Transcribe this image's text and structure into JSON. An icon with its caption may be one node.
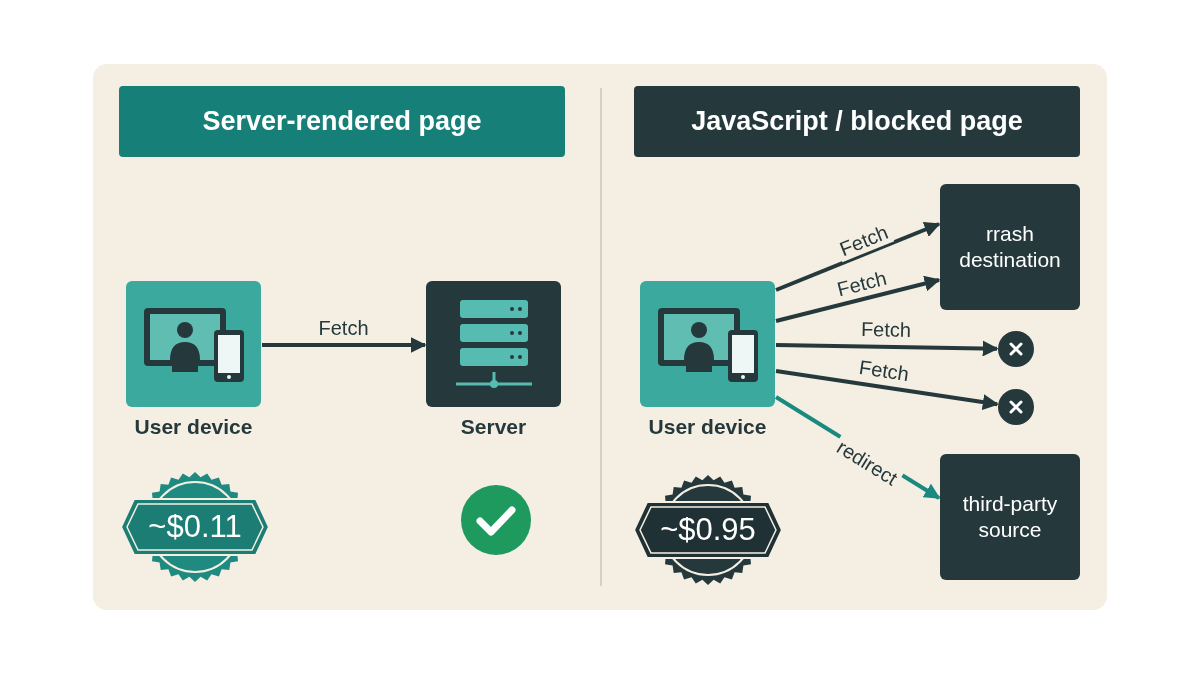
{
  "diagram": {
    "nodes": [
      {
        "text": [
          "Server-rendered page"
        ]
      },
      {
        "text": [
          "JavaScript / blocked page"
        ]
      },
      {
        "text": [],
        "shape": "picture",
        "beside": [
          "User device"
        ]
      },
      {
        "text": [],
        "shape": "picture",
        "beside": [
          "Server"
        ]
      },
      {
        "text": [
          "~$0.11"
        ]
      },
      {
        "text": [],
        "shape": "picture",
        "beside": [
          "User device"
        ]
      },
      {
        "text": [
          "rrash destination"
        ]
      },
      {
        "text": [],
        "shape": "circle"
      },
      {
        "text": [],
        "shape": "circle"
      },
      {
        "text": [
          "third-party source"
        ]
      },
      {
        "text": [
          "~$0.95"
        ]
      }
    ],
    "edges": [
      {
        "from": 2,
        "to": 3,
        "arrow": "to",
        "label": "Fetch"
      },
      {
        "from": 5,
        "to": 6,
        "arrow": "to",
        "label": "Fetch"
      },
      {
        "from": 5,
        "to": 6,
        "arrow": "to",
        "label": "Fetch"
      },
      {
        "from": 5,
        "to": 7,
        "arrow": "to",
        "label": "Fetch"
      },
      {
        "from": 5,
        "to": 8,
        "arrow": "to",
        "label": "Fetch"
      },
      {
        "from": 5,
        "to": 9,
        "arrow": "to",
        "label": "redirect",
        "color": "#1a8a80"
      }
    ]
  }
}
